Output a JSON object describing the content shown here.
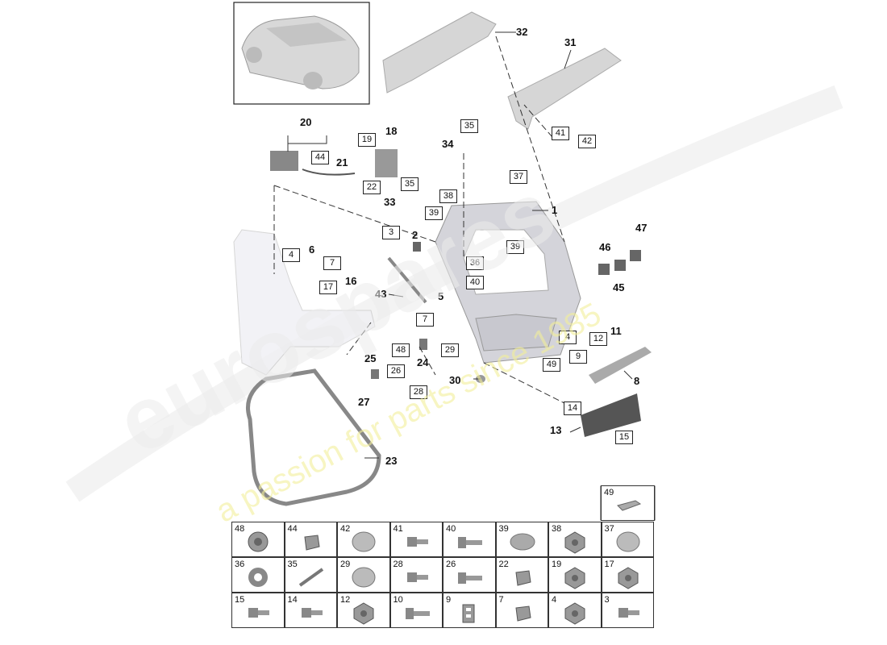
{
  "callouts": [
    "32",
    "31",
    "20",
    "18",
    "21",
    "34",
    "33",
    "2",
    "6",
    "16",
    "43",
    "5",
    "24",
    "25",
    "27",
    "30",
    "1",
    "46",
    "47",
    "45",
    "11",
    "8",
    "13",
    "23"
  ],
  "boxed_callouts": [
    "44",
    "19",
    "22",
    "35",
    "35",
    "37",
    "38",
    "39",
    "39",
    "3",
    "4",
    "7",
    "17",
    "36",
    "40",
    "41",
    "42",
    "7",
    "48",
    "29",
    "4",
    "12",
    "9",
    "49",
    "26",
    "28",
    "14",
    "15"
  ],
  "parts_grid": [
    {
      "num": "48",
      "icon": "grommet-icon"
    },
    {
      "num": "44",
      "icon": "clip-icon"
    },
    {
      "num": "42",
      "icon": "cap-icon"
    },
    {
      "num": "41",
      "icon": "bolt-icon"
    },
    {
      "num": "40",
      "icon": "long-bolt-icon"
    },
    {
      "num": "39",
      "icon": "oval-plug-icon"
    },
    {
      "num": "38",
      "icon": "hex-nut-icon"
    },
    {
      "num": "37",
      "icon": "cap-icon"
    },
    {
      "num": "36",
      "icon": "washer-icon"
    },
    {
      "num": "35",
      "icon": "pin-icon"
    },
    {
      "num": "29",
      "icon": "cap-icon"
    },
    {
      "num": "28",
      "icon": "bolt-icon"
    },
    {
      "num": "26",
      "icon": "long-bolt-icon"
    },
    {
      "num": "22",
      "icon": "clip-icon"
    },
    {
      "num": "19",
      "icon": "hex-nut-icon"
    },
    {
      "num": "17",
      "icon": "hex-nut-icon"
    },
    {
      "num": "15",
      "icon": "bolt-icon"
    },
    {
      "num": "14",
      "icon": "bolt-icon"
    },
    {
      "num": "12",
      "icon": "hex-nut-icon"
    },
    {
      "num": "10",
      "icon": "long-bolt-icon"
    },
    {
      "num": "9",
      "icon": "bracket-icon"
    },
    {
      "num": "7",
      "icon": "clip-icon"
    },
    {
      "num": "4",
      "icon": "hex-nut-icon"
    },
    {
      "num": "3",
      "icon": "bolt-icon"
    }
  ],
  "extra_part": {
    "num": "49",
    "icon": "pad-icon"
  },
  "watermark": {
    "brand": "eurospares",
    "tagline": "a passion for parts since 1985"
  }
}
